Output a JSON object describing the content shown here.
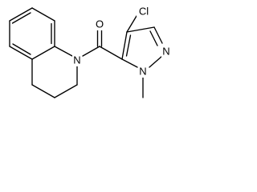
{
  "molecule": {
    "atoms": {
      "oxygen": "O",
      "chlorine": "Cl",
      "ring_nitrogen": "N",
      "pyrazole_n1": "N",
      "pyrazole_n2": "N"
    }
  },
  "colors": {
    "bond": "#000000",
    "label": "#000000",
    "background": "#ffffff"
  }
}
